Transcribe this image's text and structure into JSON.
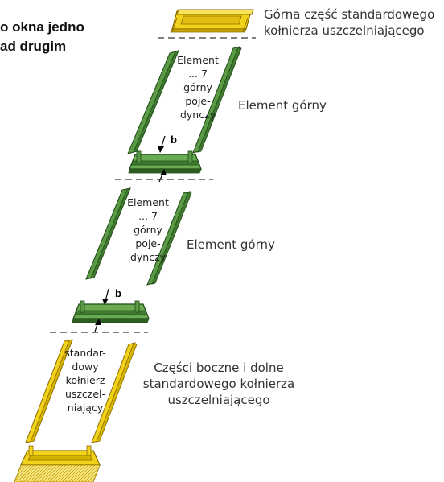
{
  "title": {
    "line1": "o okna jedno",
    "line2": "ad drugim"
  },
  "labels": {
    "top_flashing": [
      "Górna część standardowego",
      "kołnierza uszczelniającego"
    ],
    "element_upper_1": "Element górny",
    "element_upper_2": "Element górny",
    "sides_bottom": [
      "Części boczne i dolne",
      "standardowego kołnierza",
      "uszczelniającego"
    ]
  },
  "inner_labels": {
    "element_1": [
      "Element",
      "... 7",
      "górny",
      "poje-",
      "dynczy"
    ],
    "element_2": [
      "Element",
      "... 7",
      "górny",
      "poje-",
      "dynczy"
    ],
    "standard": [
      "standar-",
      "dowy",
      "kołnierz",
      "uszczel-",
      "niający"
    ]
  },
  "markers": {
    "b1": "b",
    "b2": "b"
  },
  "colors": {
    "green_fill": "#5a9a45",
    "green_dark": "#1f4a18",
    "yellow_fill": "#f2d21a",
    "yellow_dark": "#8a6d00",
    "dash": "#333333"
  }
}
